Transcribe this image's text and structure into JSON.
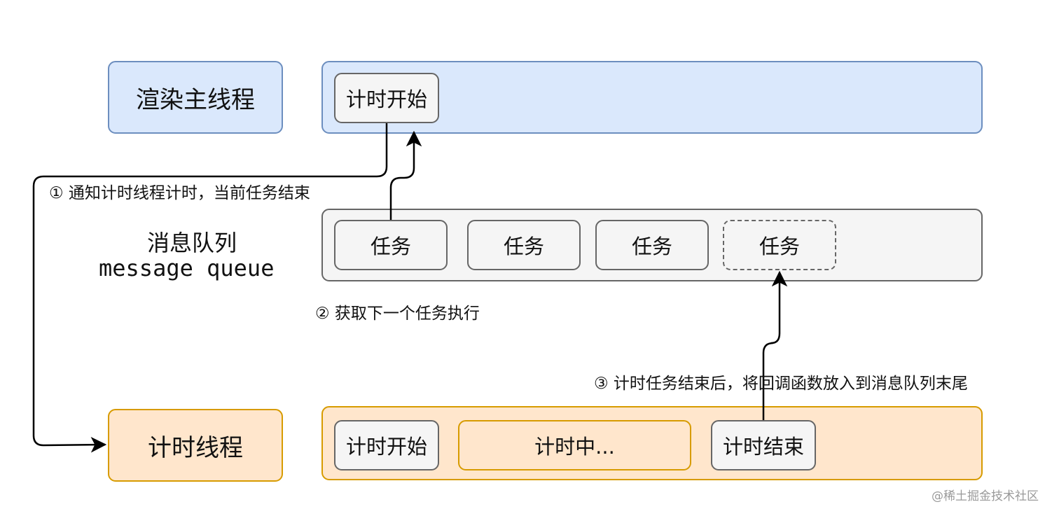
{
  "lanes": {
    "render_main_thread": "渲染主线程",
    "message_queue_cn": "消息队列",
    "message_queue_en": "message queue",
    "timer_thread": "计时线程"
  },
  "render_lane": {
    "timer_start": "计时开始"
  },
  "queue_lane": {
    "tasks": [
      "任务",
      "任务",
      "任务",
      "任务"
    ]
  },
  "timer_lane": {
    "timer_start": "计时开始",
    "timing": "计时中...",
    "timer_end": "计时结束"
  },
  "annotations": {
    "step1": "① 通知计时线程计时，当前任务结束",
    "step2": "② 获取下一个任务执行",
    "step3": "③ 计时任务结束后，将回调函数放入到消息队列末尾"
  },
  "watermark": "@稀土掘金技术社区",
  "colors": {
    "blue_fill": "#dae8fc",
    "blue_stroke": "#6c8ebf",
    "orange_fill": "#ffe6cc",
    "orange_stroke": "#d79b00",
    "gray_fill": "#f5f5f5",
    "gray_stroke": "#666666",
    "arrow": "#000000"
  }
}
